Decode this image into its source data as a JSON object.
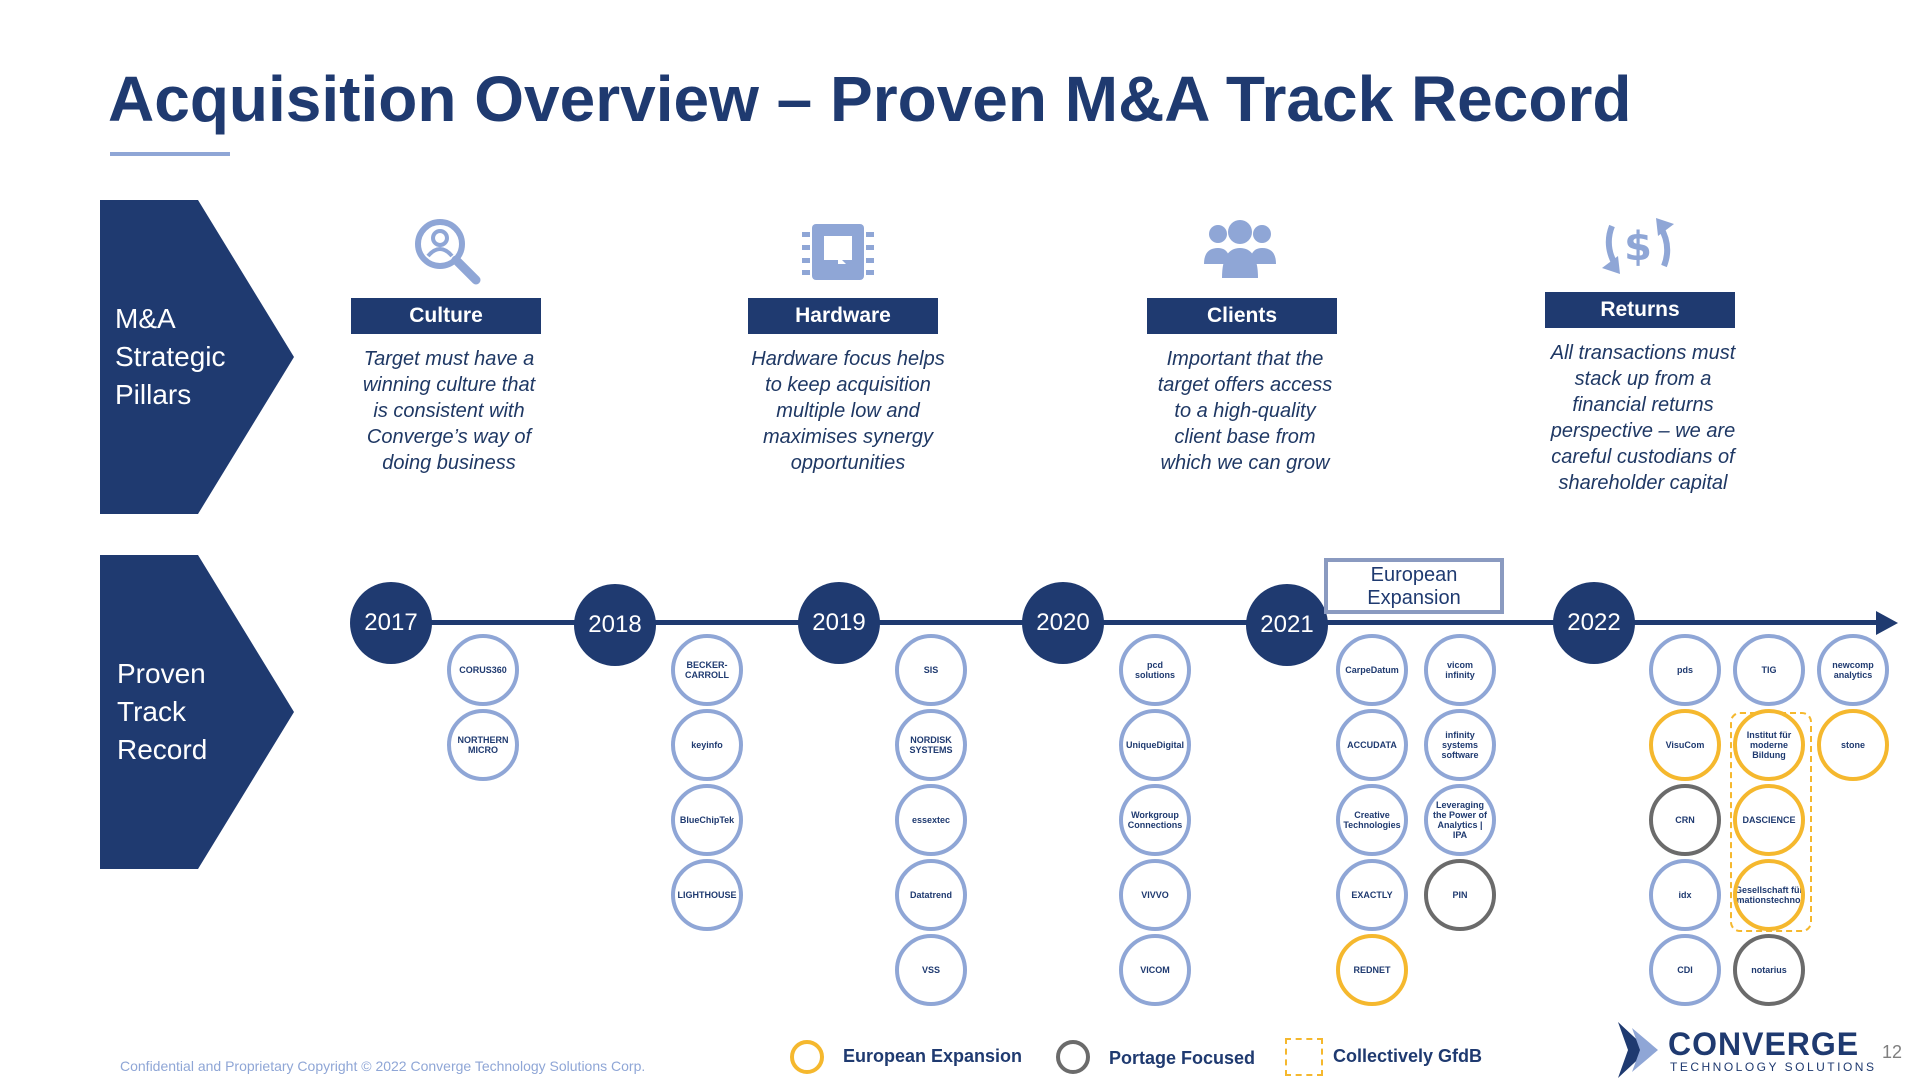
{
  "title": "Acquisition Overview – Proven M&A Track Record",
  "chevrons": {
    "pillars": [
      "M&A",
      "Strategic",
      "Pillars"
    ],
    "track": [
      "Proven",
      "Track",
      "Record"
    ]
  },
  "pillars": [
    {
      "icon": "search-person-icon",
      "heading": "Culture",
      "text": [
        "Target must have a",
        "winning culture that",
        "is consistent with",
        "Converge’s way of",
        "doing business"
      ]
    },
    {
      "icon": "chip-icon",
      "heading": "Hardware",
      "text": [
        "Hardware focus helps",
        "to keep acquisition",
        "multiple low and",
        "maximises synergy",
        "opportunities"
      ]
    },
    {
      "icon": "people-icon",
      "heading": "Clients",
      "text": [
        "Important that the",
        "target offers access",
        "to a high-quality",
        "client base from",
        "which we can grow"
      ]
    },
    {
      "icon": "dollar-cycle-icon",
      "heading": "Returns",
      "text": [
        "All transactions must",
        "stack up from a",
        "financial returns",
        "perspective – we are",
        "careful custodians of",
        "shareholder capital"
      ]
    }
  ],
  "years": [
    "2017",
    "2018",
    "2019",
    "2020",
    "2021",
    "2022"
  ],
  "european_expansion_label": [
    "European",
    "Expansion"
  ],
  "logos": {
    "y2017": [
      "CORUS360",
      "NORTHERN MICRO"
    ],
    "y2018": [
      "BECKER-CARROLL",
      "keyinfo",
      "BlueChipTek",
      "LIGHTHOUSE"
    ],
    "y2019": [
      "SIS",
      "NORDISK SYSTEMS",
      "essextec",
      "Datatrend",
      "VSS"
    ],
    "y2020": [
      "pcd solutions",
      "UniqueDigital",
      "Workgroup Connections",
      "VIVVO",
      "VICOM"
    ],
    "y2021a": [
      "CarpeDatum",
      "ACCUDATA",
      "Creative Technologies",
      "EXACTLY",
      "REDNET"
    ],
    "y2021b": [
      "vicom infinity",
      "infinity systems software",
      "Leveraging the Power of Analytics | IPA",
      "PIN"
    ],
    "y2022a": [
      "pds",
      "VisuCom",
      "CRN",
      "idx",
      "CDI"
    ],
    "y2022b": [
      "TIG",
      "Institut für moderne Bildung",
      "DASCIENCE",
      "Gesellschaft für Informationstechnologie",
      "notarius"
    ],
    "y2022c": [
      "newcomp analytics",
      "stone"
    ]
  },
  "legend": {
    "european": "European Expansion",
    "portage": "Portage Focused",
    "gfdb": "Collectively GfdB"
  },
  "footer": "Confidential and Proprietary Copyright © 2022 Converge Technology Solutions Corp.",
  "brand": {
    "name": "CONVERGE",
    "sub": "TECHNOLOGY SOLUTIONS"
  },
  "page_number": "12",
  "colors": {
    "navy": "#1f3a70",
    "light_blue": "#8fa6d6",
    "european": "#f5b82e",
    "portage": "#6b6b6b"
  }
}
